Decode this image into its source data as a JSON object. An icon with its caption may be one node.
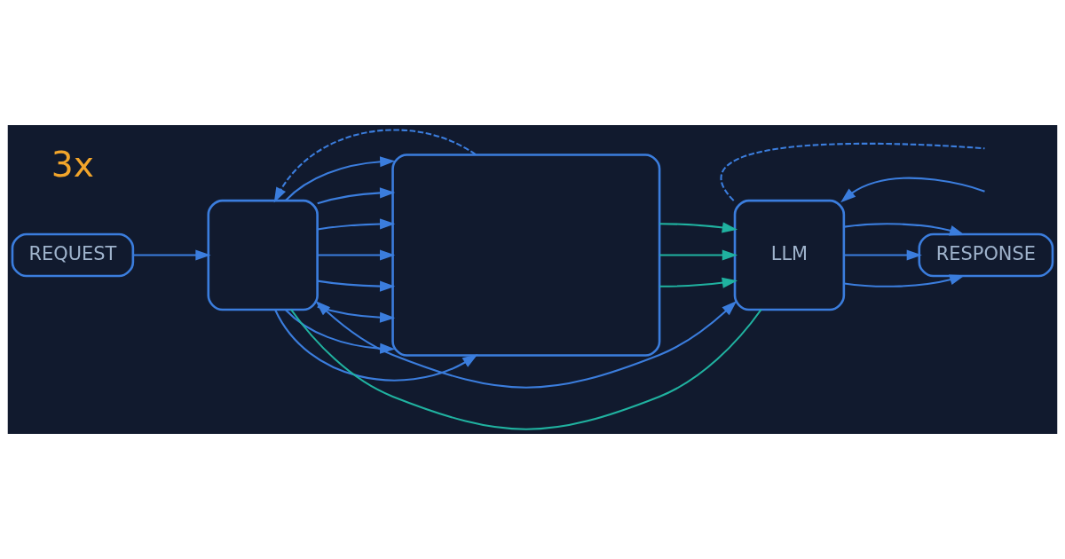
{
  "diagram": {
    "nodes": [
      {
        "text": [
          "REQUEST"
        ]
      },
      {
        "text": [],
        "shape": "box"
      },
      {
        "text": [],
        "shape": "box"
      },
      {
        "text": [
          "LLM"
        ]
      },
      {
        "text": [
          "RESPONSE"
        ]
      }
    ],
    "edges": [
      {
        "from": 0,
        "to": 1,
        "arrow": "to"
      },
      {
        "from": 1,
        "to": 2,
        "arrow": "to"
      },
      {
        "from": 1,
        "to": 2,
        "arrow": "to"
      },
      {
        "from": 1,
        "to": 2,
        "arrow": "to"
      },
      {
        "from": 1,
        "to": 2,
        "arrow": "to"
      },
      {
        "from": 1,
        "to": 2,
        "arrow": "to"
      },
      {
        "from": 1,
        "to": 2,
        "arrow": "to"
      },
      {
        "from": 1,
        "to": 2,
        "arrow": "to"
      },
      {
        "from": 1,
        "to": 2,
        "arrow": "to"
      },
      {
        "from": 2,
        "to": 3,
        "arrow": "to",
        "color": "#20b2a0"
      },
      {
        "from": 2,
        "to": 3,
        "arrow": "to",
        "color": "#20b2a0"
      },
      {
        "from": 2,
        "to": 3,
        "arrow": "to",
        "color": "#20b2a0"
      },
      {
        "from": 3,
        "to": 4,
        "arrow": "to"
      },
      {
        "from": 3,
        "to": 4,
        "arrow": "to"
      },
      {
        "from": 3,
        "to": 4,
        "arrow": "to"
      },
      {
        "from": 1,
        "to": 3,
        "arrow": "none",
        "color": "#20b2a0"
      },
      {
        "from": 1,
        "to": 3,
        "arrow": "both"
      },
      {
        "from": 2,
        "to": 1,
        "arrow": "to",
        "style": "dashed"
      },
      {
        "from": 3,
        "to": null,
        "arrow": "none",
        "style": "dashed"
      },
      {
        "from": null,
        "to": 3,
        "arrow": "to"
      }
    ],
    "labels": [
      "3x"
    ]
  }
}
